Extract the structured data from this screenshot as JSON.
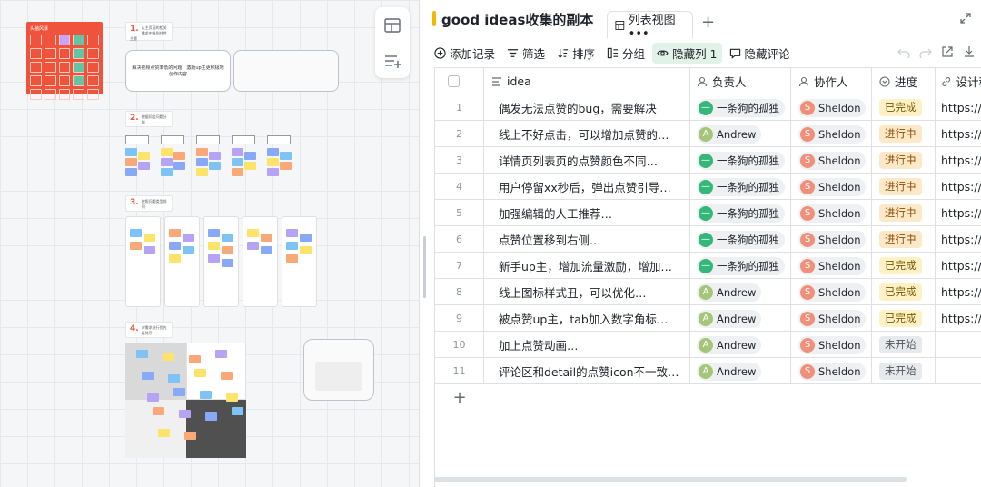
{
  "board": {
    "poster_title": "头脑风暴",
    "steps": [
      {
        "num": "1.",
        "text": "从主页面的相关需求中找到共性主题"
      },
      {
        "num": "2.",
        "text": "根据同类问题分组"
      },
      {
        "num": "3.",
        "text": "按照问题类型排列"
      },
      {
        "num": "4.",
        "text": "对需求进行优先级排序"
      }
    ],
    "card_main": "解决视频点赞率低的问题，激励up主更积极地创作内容"
  },
  "header": {
    "title": "good ideas收集的副本",
    "view_tab": "列表视图 •••"
  },
  "toolbar": {
    "add": "添加记录",
    "filter": "筛选",
    "sort": "排序",
    "group": "分组",
    "hidden": "隐藏列 1",
    "comments": "隐藏评论"
  },
  "columns": {
    "idea": "idea",
    "owner": "负责人",
    "co": "协作人",
    "progress": "进度",
    "link": "设计稿"
  },
  "status_colors": {
    "已完成": {
      "bg": "#fff1c6",
      "fg": "#7a5a00"
    },
    "进行中": {
      "bg": "#fde8c7",
      "fg": "#8a4b00"
    },
    "未开始": {
      "bg": "#e7e9ec",
      "fg": "#4e5459"
    }
  },
  "rows": [
    {
      "n": "1",
      "idea": "偶发无法点赞的bug，需要解决",
      "owner": "一条狗的孤独",
      "owner_init": "—",
      "owner_color": "#34b87a",
      "co": "Sheldon",
      "co_init": "S",
      "status": "已完成",
      "link": "https://"
    },
    {
      "n": "2",
      "idea": "线上不好点击，可以增加点赞的…",
      "owner": "Andrew",
      "owner_init": "A",
      "owner_color": "#a4c67a",
      "co": "Sheldon",
      "co_init": "S",
      "status": "进行中",
      "link": "https://"
    },
    {
      "n": "3",
      "idea": "详情页列表页的点赞颜色不同…",
      "owner": "一条狗的孤独",
      "owner_init": "—",
      "owner_color": "#34b87a",
      "co": "Sheldon",
      "co_init": "S",
      "status": "进行中",
      "link": "https://"
    },
    {
      "n": "4",
      "idea": "用户停留xx秒后，弹出点赞引导…",
      "owner": "一条狗的孤独",
      "owner_init": "—",
      "owner_color": "#34b87a",
      "co": "Sheldon",
      "co_init": "S",
      "status": "进行中",
      "link": "https://"
    },
    {
      "n": "5",
      "idea": "加强编辑的人工推荐…",
      "owner": "一条狗的孤独",
      "owner_init": "—",
      "owner_color": "#34b87a",
      "co": "Sheldon",
      "co_init": "S",
      "status": "进行中",
      "link": "https://"
    },
    {
      "n": "6",
      "idea": "点赞位置移到右侧…",
      "owner": "一条狗的孤独",
      "owner_init": "—",
      "owner_color": "#34b87a",
      "co": "Sheldon",
      "co_init": "S",
      "status": "进行中",
      "link": "https://"
    },
    {
      "n": "7",
      "idea": "新手up主，增加流量激励，增加…",
      "owner": "一条狗的孤独",
      "owner_init": "—",
      "owner_color": "#34b87a",
      "co": "Sheldon",
      "co_init": "S",
      "status": "已完成",
      "link": "https://"
    },
    {
      "n": "8",
      "idea": "线上图标样式丑，可以优化…",
      "owner": "Andrew",
      "owner_init": "A",
      "owner_color": "#a4c67a",
      "co": "Sheldon",
      "co_init": "S",
      "status": "已完成",
      "link": "https://"
    },
    {
      "n": "9",
      "idea": "被点赞up主，tab加入数字角标…",
      "owner": "Andrew",
      "owner_init": "A",
      "owner_color": "#a4c67a",
      "co": "Sheldon",
      "co_init": "S",
      "status": "已完成",
      "link": "https://"
    },
    {
      "n": "10",
      "idea": "加上点赞动画…",
      "owner": "Andrew",
      "owner_init": "A",
      "owner_color": "#a4c67a",
      "co": "Sheldon",
      "co_init": "S",
      "status": "未开始",
      "link": ""
    },
    {
      "n": "11",
      "idea": "评论区和detail的点赞icon不一致…",
      "owner": "Andrew",
      "owner_init": "A",
      "owner_color": "#a4c67a",
      "co": "Sheldon",
      "co_init": "S",
      "status": "未开始",
      "link": ""
    }
  ],
  "co_color": "#f0907a"
}
